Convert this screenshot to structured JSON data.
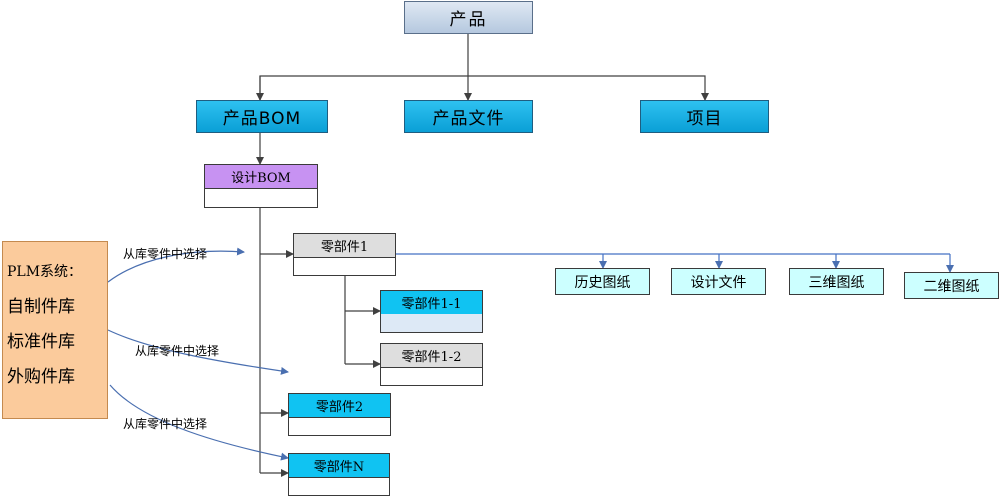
{
  "root": {
    "label": "产品"
  },
  "level1": [
    {
      "label": "产品BOM"
    },
    {
      "label": "产品文件"
    },
    {
      "label": "项目"
    }
  ],
  "design_bom": {
    "label": "设计BOM"
  },
  "parts": {
    "part1": "零部件1",
    "part1_1": "零部件1-1",
    "part1_2": "零部件1-2",
    "part2": "零部件2",
    "partN": "零部件N"
  },
  "docs": [
    {
      "label": "历史图纸"
    },
    {
      "label": "设计文件"
    },
    {
      "label": "三维图纸"
    },
    {
      "label": "二维图纸"
    }
  ],
  "plm": {
    "title": "PLM系统：",
    "libraries": [
      "自制件库",
      "标准件库",
      "外购件库"
    ]
  },
  "select_note": "从库零件中选择",
  "colors": {
    "connector": "#404040",
    "doc_connector": "#4472c4",
    "arrow_blue": "#4a6fb0"
  }
}
